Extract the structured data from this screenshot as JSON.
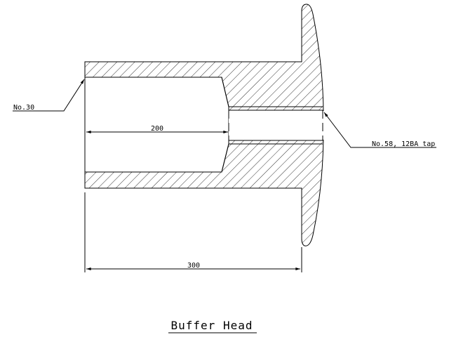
{
  "drawing": {
    "title": "Buffer Head",
    "callouts": {
      "bore_drill": "No.30",
      "tap_hole": "No.58, 12BA tap"
    },
    "dimensions": {
      "bore_depth": "200",
      "overall_length": "300"
    },
    "colors": {
      "line": "#000000",
      "background": "#ffffff"
    }
  }
}
